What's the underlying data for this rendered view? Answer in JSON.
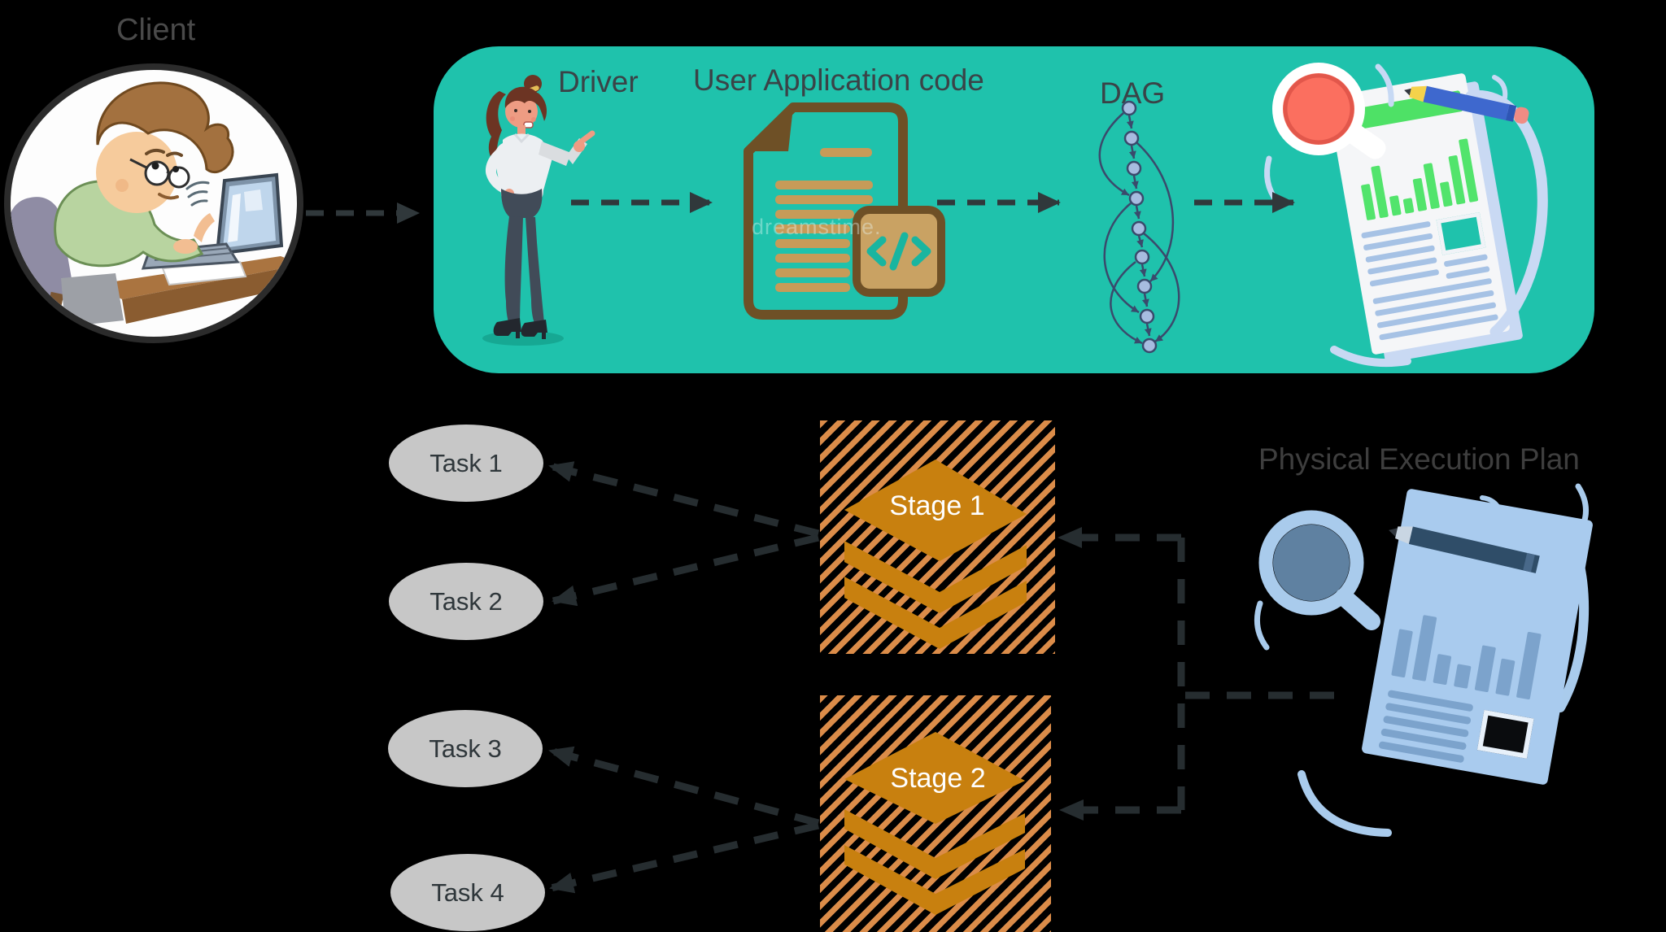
{
  "labels": {
    "client": "Client",
    "driver": "Driver",
    "user_application_code": "User Application code",
    "dag": "DAG",
    "physical_execution_plan": "Physical Execution Plan"
  },
  "stages": [
    {
      "label": "Stage 1"
    },
    {
      "label": "Stage 2"
    }
  ],
  "tasks": [
    {
      "label": "Task 1"
    },
    {
      "label": "Task 2"
    },
    {
      "label": "Task 3"
    },
    {
      "label": "Task 4"
    }
  ],
  "watermark": "dreamstime.",
  "colors": {
    "background": "#000000",
    "teal_box": "#1FC2AC",
    "hatch_stripe": "#DB8C49",
    "stage_diamond": "#C8800F",
    "stage_text": "#FFFFFF",
    "task_fill": "#C7C7C7",
    "task_text": "#2F373B",
    "client_label": "#4A4A4A",
    "box_label": "#3A4347",
    "pep_label": "#3E3E3E",
    "arrow_top": "#30383B",
    "arrow_bottom": "#262D30",
    "document_brown": "#6E5026",
    "document_tan": "#C79B58",
    "code_glyph_teal": "#19B5A0",
    "dag_node": "#A7BCE0",
    "dag_edge": "#3A4A6C",
    "report_green": "#4EE166",
    "report_line_blue": "#A6C2E5",
    "mug_red": "#FB6F5F",
    "pencil_blue": "#3E68CE",
    "pep_page_blue": "#A9CBEE",
    "pep_ink_blue": "#7CA3CC",
    "pep_pencil_slate": "#2F4D68"
  },
  "icons": [
    "client-illustration",
    "driver-person-illustration",
    "code-document-icon",
    "code-badge-icon",
    "dag-graph-icon",
    "report-document-icon",
    "coffee-mug-icon",
    "pencil-icon",
    "layers-icon",
    "magnifier-icon",
    "pep-document-icon"
  ],
  "connections": [
    {
      "from": "client",
      "to": "driver"
    },
    {
      "from": "driver",
      "to": "user-application-code"
    },
    {
      "from": "user-application-code",
      "to": "dag"
    },
    {
      "from": "dag",
      "to": "report"
    },
    {
      "from": "physical-execution-plan",
      "to": "stage-1"
    },
    {
      "from": "physical-execution-plan",
      "to": "stage-2"
    },
    {
      "from": "stage-1",
      "to": "task-1"
    },
    {
      "from": "stage-1",
      "to": "task-2"
    },
    {
      "from": "stage-2",
      "to": "task-3"
    },
    {
      "from": "stage-2",
      "to": "task-4"
    }
  ]
}
